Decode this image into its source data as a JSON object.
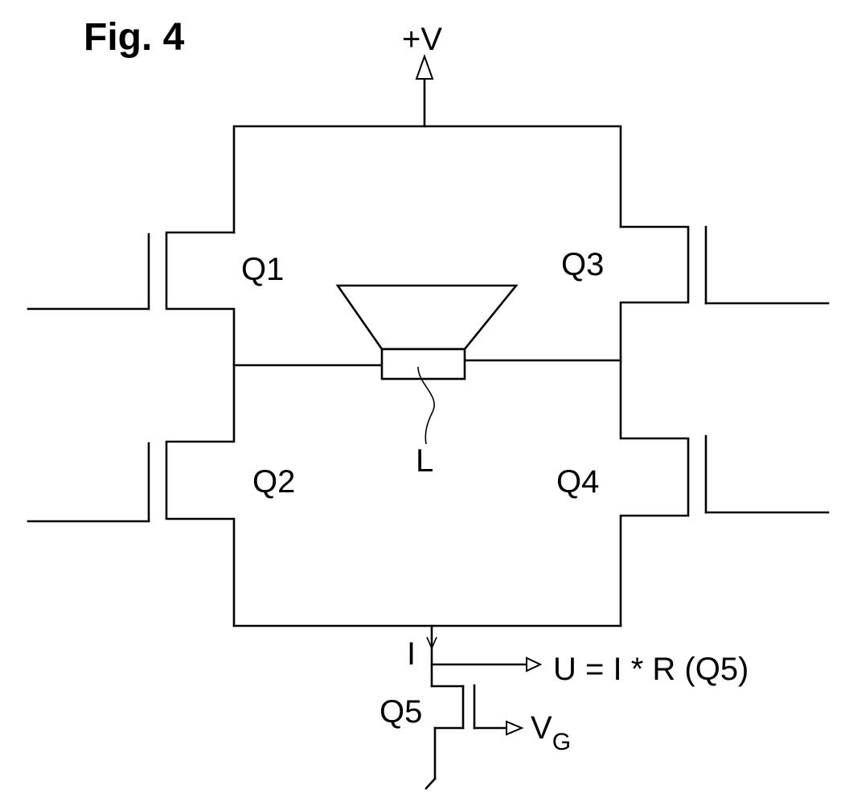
{
  "figure_label": "Fig. 4",
  "supply_label": "+V",
  "transistors": {
    "q1": "Q1",
    "q2": "Q2",
    "q3": "Q3",
    "q4": "Q4",
    "q5": "Q5"
  },
  "load_label": "L",
  "current_label": "I",
  "measurement_label": "U = I * R (Q5)",
  "gate_voltage": {
    "main": "V",
    "subscript": "G"
  }
}
